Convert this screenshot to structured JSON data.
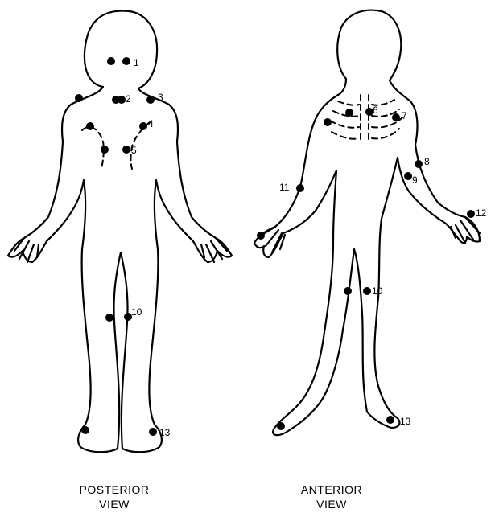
{
  "captions": {
    "posterior": [
      "POSTERIOR",
      "VIEW"
    ],
    "anterior": [
      "ANTERIOR",
      "VIEW"
    ]
  },
  "labels": {
    "posterior": [
      "1",
      "2",
      "3",
      "4",
      "5",
      "10",
      "13"
    ],
    "anterior": [
      "6",
      "7",
      "8",
      "9",
      "10",
      "11",
      "12",
      "13"
    ]
  },
  "colors": {
    "ink": "#000000",
    "background": "#ffffff"
  }
}
